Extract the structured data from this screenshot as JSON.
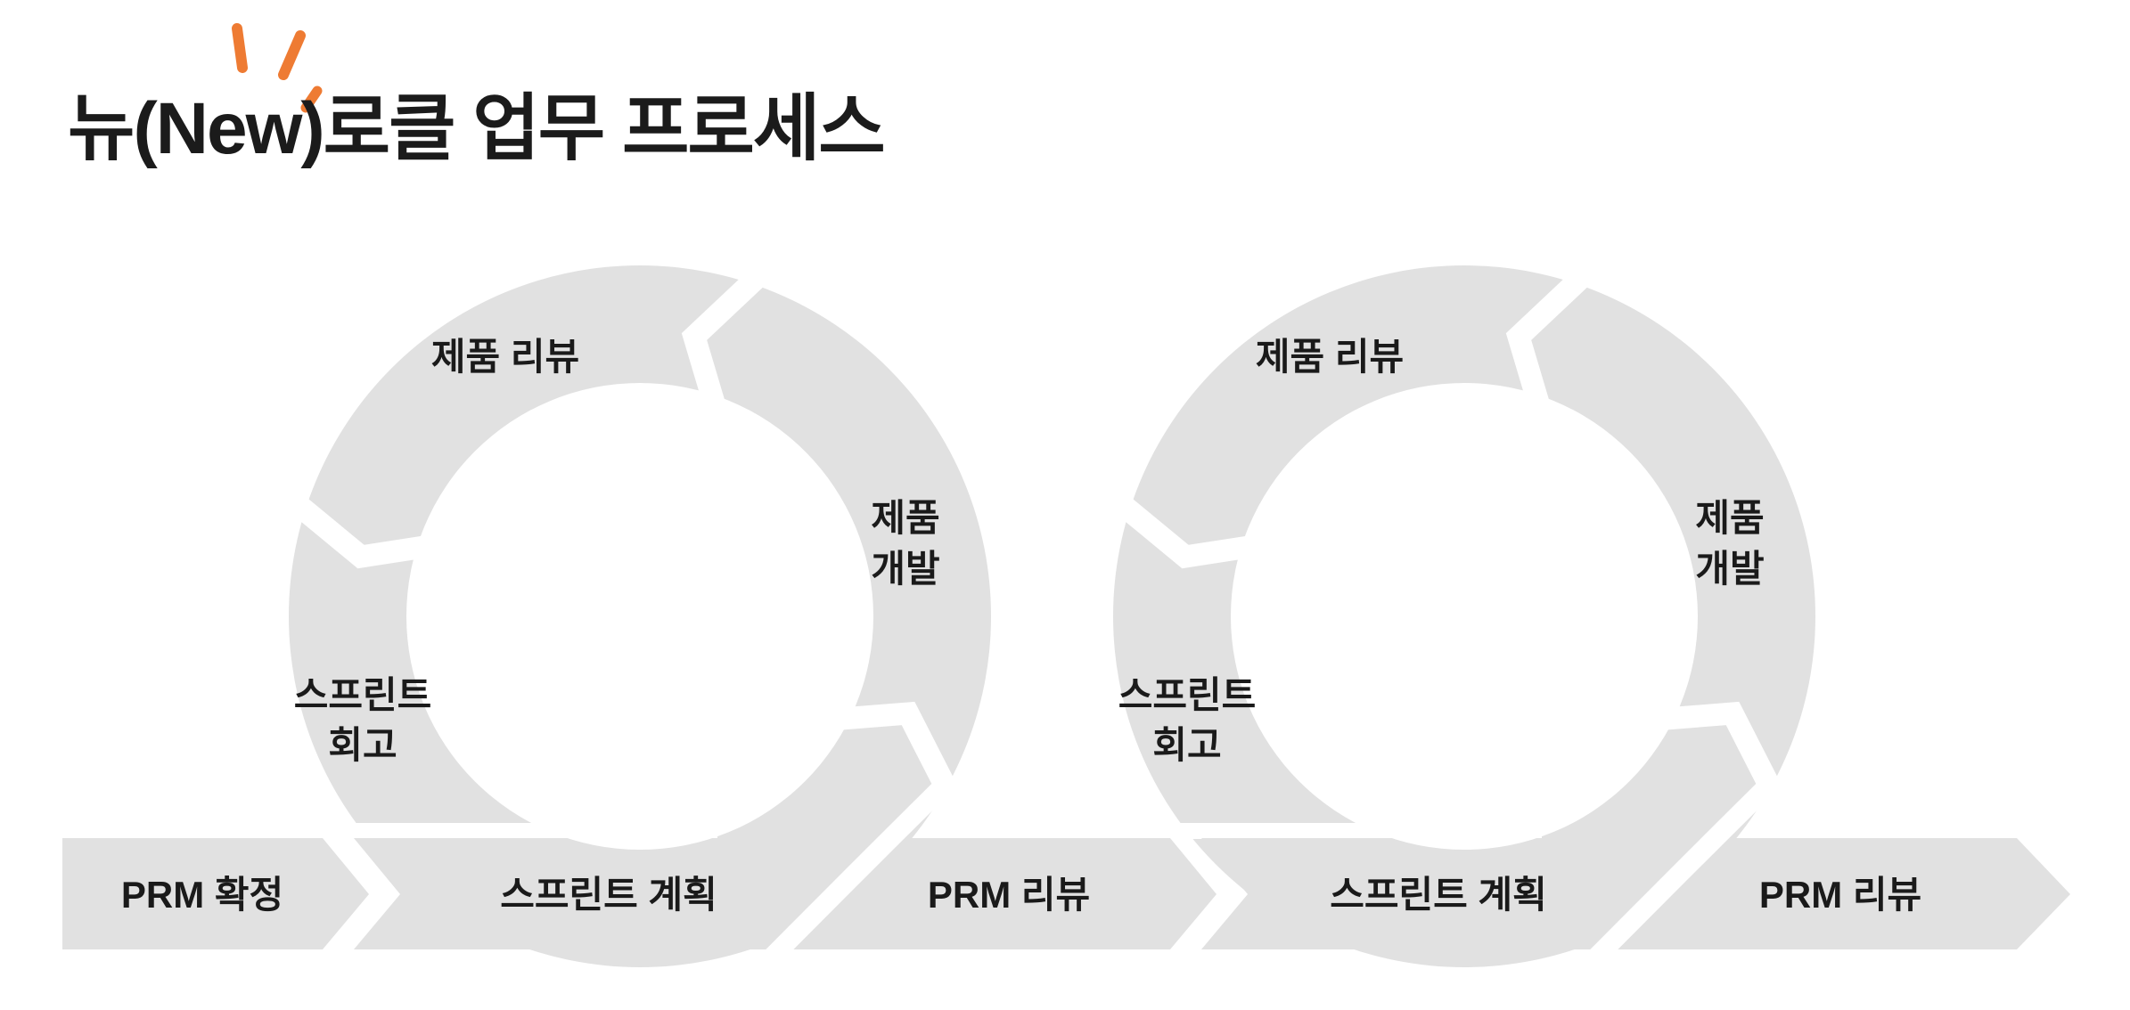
{
  "title": "뉴(New)로클 업무 프로세스",
  "colors": {
    "background": "#ffffff",
    "shape_gray": "#e1e1e1",
    "text_dark": "#1a1a1a",
    "accent_orange": "#ee7b33"
  },
  "decoration": {
    "name": "sparkle"
  },
  "loops": [
    {
      "product_review": "제품 리뷰",
      "product_dev_line1": "제품",
      "product_dev_line2": "개발",
      "sprint_retro_line1": "스프린트",
      "sprint_retro_line2": "회고"
    },
    {
      "product_review": "제품 리뷰",
      "product_dev_line1": "제품",
      "product_dev_line2": "개발",
      "sprint_retro_line1": "스프린트",
      "sprint_retro_line2": "회고"
    }
  ],
  "band_segments": [
    {
      "label": "PRM 확정"
    },
    {
      "label": "스프린트 계획"
    },
    {
      "label": "PRM 리뷰"
    },
    {
      "label": "스프린트 계획"
    },
    {
      "label": "PRM 리뷰"
    }
  ]
}
